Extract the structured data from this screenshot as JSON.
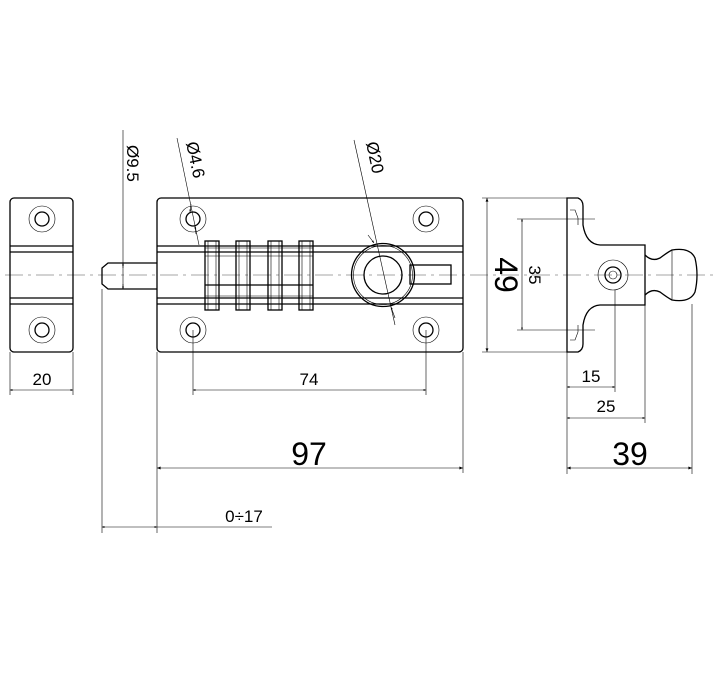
{
  "dimensions": {
    "keeper_width": "20",
    "hole_spacing_length": "74",
    "overall_length": "97",
    "bolt_travel": "0÷17",
    "overall_height": "49",
    "hole_spacing_height": "35",
    "depth_to_knob_axis": "15",
    "depth_to_body": "25",
    "overall_depth": "39",
    "bolt_diameter": "Ø9.5",
    "hole_diameter": "Ø4.6",
    "knob_diameter": "Ø20"
  }
}
